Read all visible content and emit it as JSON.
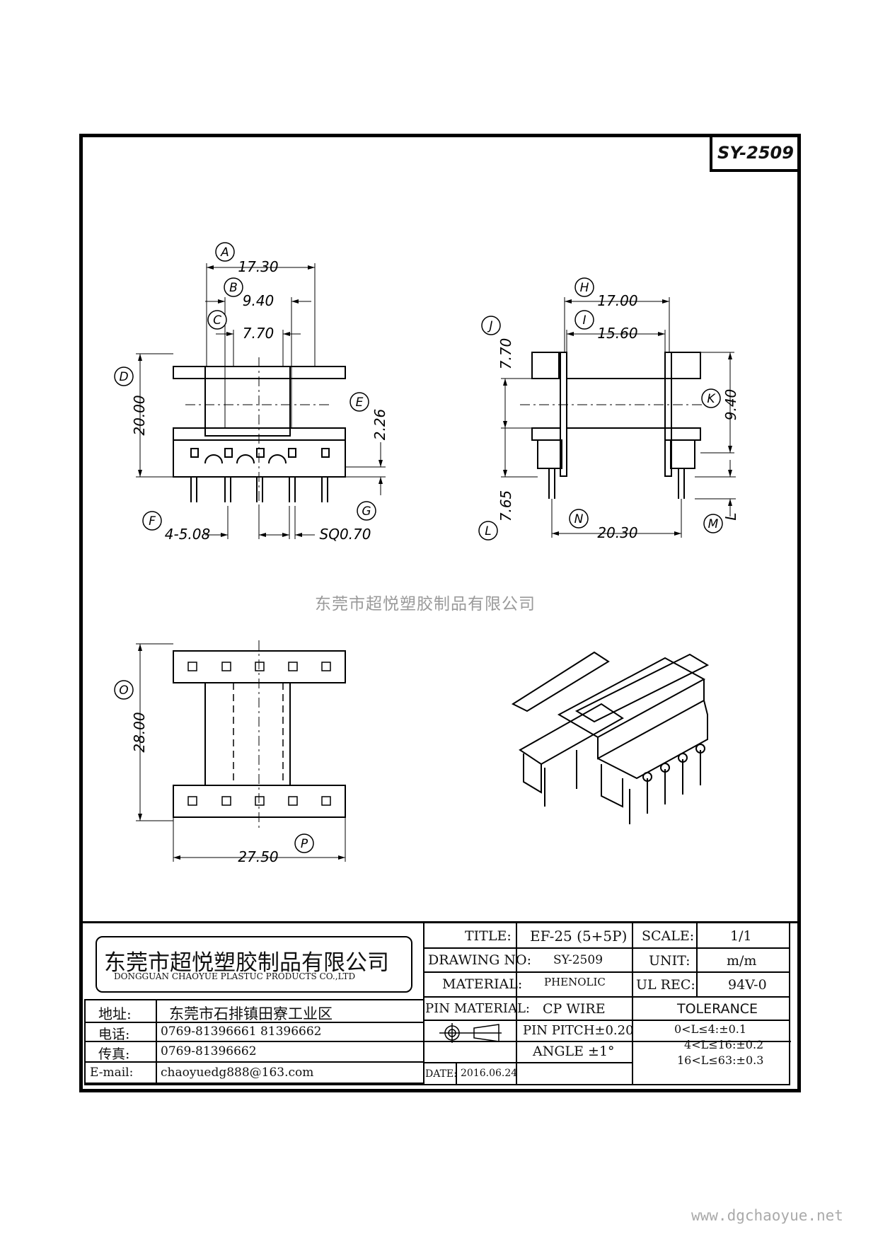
{
  "drawing_number": "SY-2509",
  "watermark": "东莞市超悦塑胶制品有限公司",
  "website": "www.dgchaoyue.net",
  "dimensions": {
    "A": {
      "letter": "A",
      "value": "17.30"
    },
    "B": {
      "letter": "B",
      "value": "9.40"
    },
    "C": {
      "letter": "C",
      "value": "7.70"
    },
    "D": {
      "letter": "D",
      "value": "20.00"
    },
    "E": {
      "letter": "E",
      "value": "2.26"
    },
    "F": {
      "letter": "F",
      "value": "4-5.08"
    },
    "G": {
      "letter": "G",
      "value": "SQ0.70"
    },
    "H": {
      "letter": "H",
      "value": "17.00"
    },
    "I": {
      "letter": "I",
      "value": "15.60"
    },
    "J": {
      "letter": "J",
      "value": "7.70"
    },
    "K": {
      "letter": "K",
      "value": "9.40"
    },
    "L": {
      "letter": "L",
      "value": "7.65"
    },
    "M": {
      "letter": "M",
      "value": "L"
    },
    "N": {
      "letter": "N",
      "value": "20.30"
    },
    "O": {
      "letter": "O",
      "value": "28.00"
    },
    "P": {
      "letter": "P",
      "value": "27.50"
    }
  },
  "title_block": {
    "company_cn": "东莞市超悦塑胶制品有限公司",
    "company_en": "DONGGUAN CHAOYUE PLASTUC PRODUCTS CO.,LTD",
    "address_label": "地址:",
    "address": "东莞市石排镇田寮工业区",
    "phone_label": "电话:",
    "phone": "0769-81396661   81396662",
    "fax_label": "传真:",
    "fax": "0769-81396662",
    "email_label": "E-mail:",
    "email": "chaoyuedg888@163.com",
    "title_label": "TITLE:",
    "title": "EF-25 (5+5P)",
    "drawing_no_label": "DRAWING NO:",
    "drawing_no": "SY-2509",
    "material_label": "MATERIAL:",
    "material": "PHENOLIC",
    "pin_material_label": "PIN MATERIAL:",
    "pin_material": "CP WIRE",
    "pin_pitch": "PIN PITCH±0.20",
    "angle": "ANGLE  ±1°",
    "date_label": "DATE:",
    "date": "2016.06.24",
    "scale_label": "SCALE:",
    "scale": "1/1",
    "unit_label": "UNIT:",
    "unit": "m/m",
    "ul_label": "UL REC:",
    "ul": "94V-0",
    "tolerance_label": "TOLERANCE",
    "tolerances": [
      "0<L≤4:±0.1",
      "4<L≤16:±0.2",
      "16<L≤63:±0.3"
    ]
  }
}
